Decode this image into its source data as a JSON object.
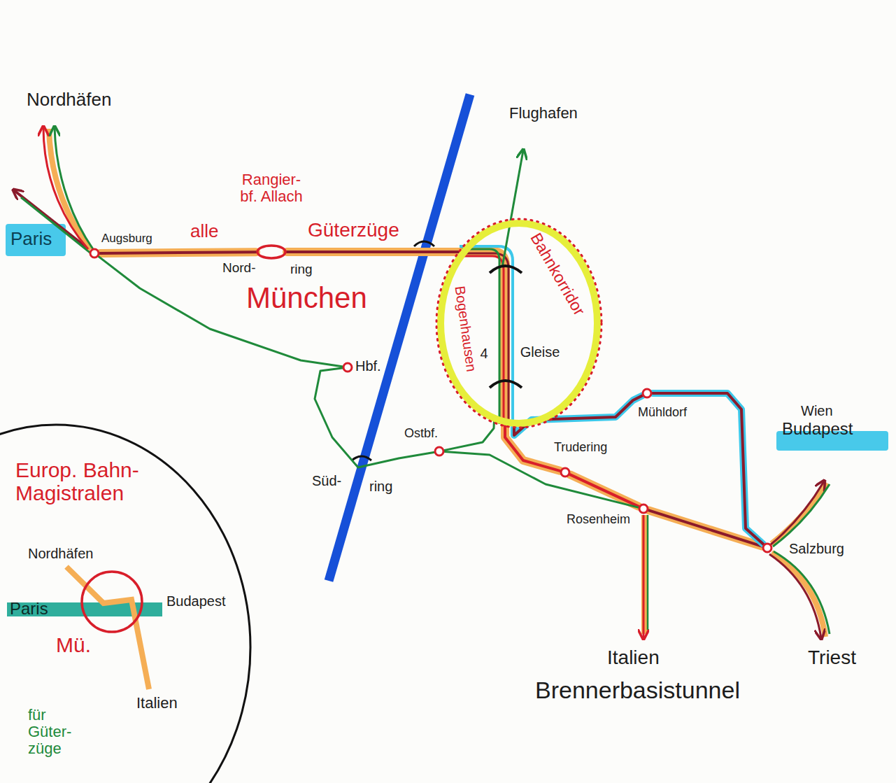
{
  "diagram": {
    "nodes": [
      {
        "text": [
          "Augsburg"
        ]
      },
      {
        "text": [
          "Rangier- bf. Allach"
        ]
      },
      {
        "text": [
          "Hbf."
        ]
      },
      {
        "text": [
          "Ostbf."
        ]
      },
      {
        "text": [
          "Bahnkorridor",
          "Bogenhausen",
          "4",
          "Gleise"
        ]
      },
      {
        "text": [
          "Mühldorf"
        ]
      },
      {
        "text": [
          "Trudering"
        ]
      },
      {
        "text": [
          "Rosenheim"
        ]
      },
      {
        "text": [
          "Salzburg"
        ]
      },
      {
        "text": [
          "Europ. Bahn- Magistralen",
          "Nordhäfen",
          "Paris",
          "Budapest",
          "Italien",
          "für Güter- züge"
        ]
      },
      {
        "text": [
          "Mü."
        ],
        "in": 9
      }
    ],
    "edges": [
      {
        "from": 0,
        "to": 1,
        "arrow": "none"
      },
      {
        "from": 1,
        "to": 4,
        "arrow": "none"
      },
      {
        "from": 0,
        "to": 2,
        "arrow": "none"
      },
      {
        "from": 2,
        "to": 3,
        "arrow": "none"
      },
      {
        "from": 4,
        "to": 6,
        "arrow": "none"
      },
      {
        "from": 6,
        "to": 7,
        "arrow": "none"
      },
      {
        "from": 7,
        "to": 8,
        "arrow": "none"
      },
      {
        "from": 4,
        "to": 5,
        "arrow": "none"
      },
      {
        "from": 5,
        "to": 8,
        "arrow": "none"
      },
      {
        "from": 3,
        "to": 7,
        "arrow": "none"
      },
      {
        "from": 3,
        "to": 4,
        "arrow": "none"
      }
    ],
    "labels": [
      "Nordhäfen",
      "Paris",
      "alle",
      "Güterzüge",
      "Nord-",
      "ring",
      "München",
      "Flughafen",
      "Süd-",
      "ring",
      "Wien",
      "Budapest",
      "Italien",
      "Brennerbasistunnel",
      "Triest"
    ]
  }
}
